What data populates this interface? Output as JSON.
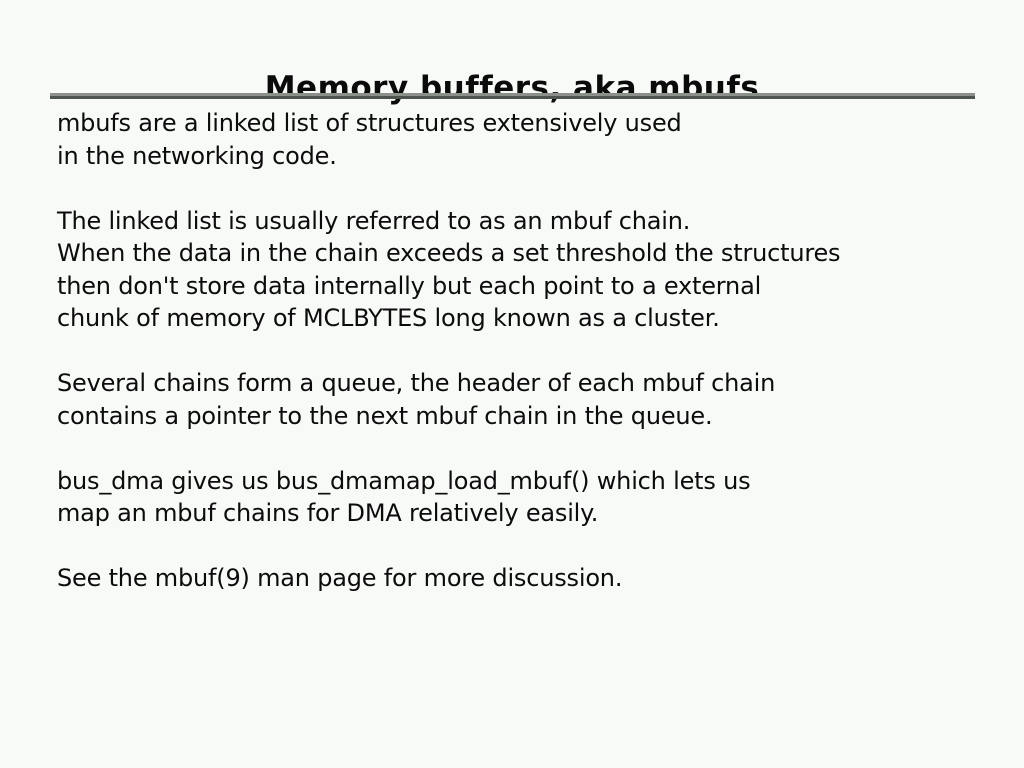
{
  "slide": {
    "title": "Memory buffers, aka mbufs",
    "background_color": "#f7faf7",
    "text_color": "#0c0c0c",
    "rule": {
      "highlight_color": "#8b908b",
      "shadow_color": "#4d534d"
    },
    "paragraphs": [
      {
        "id": "paragraph-intro",
        "lines": [
          "mbufs are a linked list of structures extensively used",
          "in the networking code."
        ]
      },
      {
        "id": "paragraph-mbuf-chain",
        "lines": [
          "The linked list is usually referred to as an mbuf chain.",
          "When the data in the chain exceeds a set threshold the structures",
          "then don't store data internally but each point to a external",
          "chunk of memory of MCLBYTES long known as a cluster."
        ]
      },
      {
        "id": "paragraph-queue",
        "lines": [
          "Several chains form a queue, the header of each mbuf chain",
          "contains a pointer to the next mbuf chain in the queue."
        ]
      },
      {
        "id": "paragraph-bus-dma",
        "lines": [
          "bus_dma gives us bus_dmamap_load_mbuf() which lets us",
          "map an mbuf chains for DMA relatively easily."
        ]
      },
      {
        "id": "paragraph-manpage",
        "lines": [
          "See the mbuf(9) man page for more discussion."
        ]
      }
    ]
  }
}
